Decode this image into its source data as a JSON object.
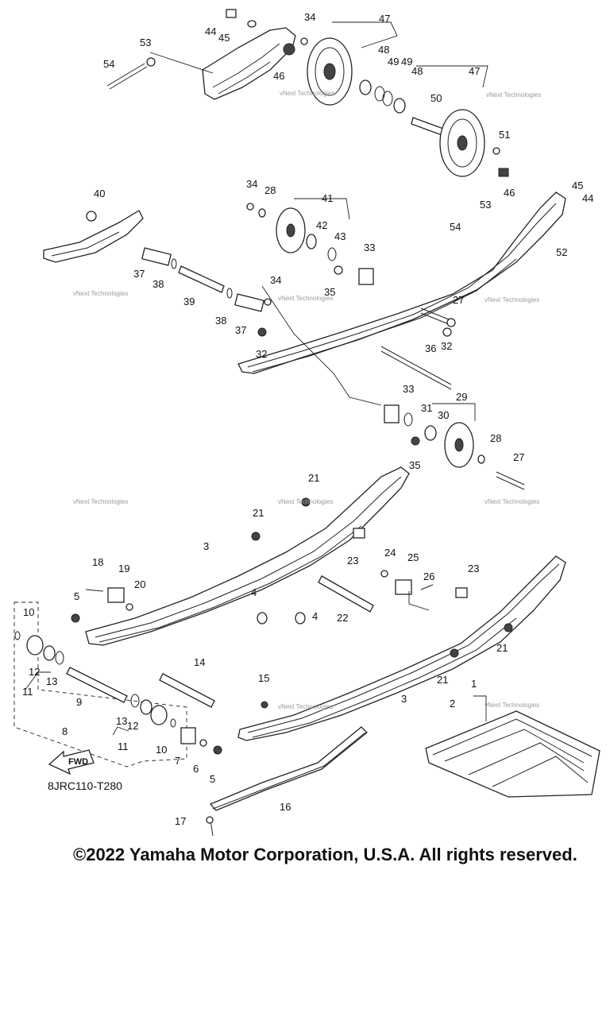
{
  "diagram": {
    "callouts": [
      "1",
      "2",
      "3",
      "4",
      "5",
      "6",
      "7",
      "8",
      "9",
      "10",
      "11",
      "12",
      "13",
      "14",
      "15",
      "16",
      "17",
      "18",
      "19",
      "20",
      "21",
      "22",
      "23",
      "24",
      "25",
      "26",
      "27",
      "28",
      "29",
      "30",
      "31",
      "32",
      "33",
      "34",
      "35",
      "36",
      "37",
      "38",
      "39",
      "40",
      "41",
      "42",
      "43",
      "44",
      "45",
      "46",
      "47",
      "48",
      "49",
      "50",
      "51",
      "52",
      "53",
      "54"
    ],
    "watermark": "vNext Technologies",
    "diagram_code": "8JRC110-T280",
    "fwd_label": "FWD",
    "copyright": "©2022 Yamaha Motor Corporation, U.S.A. All rights reserved."
  }
}
